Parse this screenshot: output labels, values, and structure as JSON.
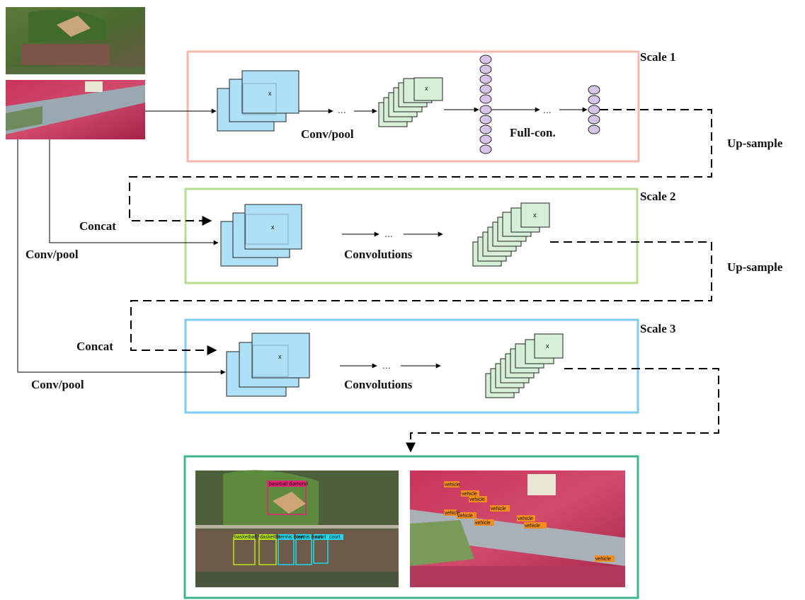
{
  "labels": {
    "scale1": "Scale 1",
    "scale2": "Scale 2",
    "scale3": "Scale 3",
    "upsample1": "Up-sample",
    "upsample2": "Up-sample",
    "concat1": "Concat",
    "concat2": "Concat",
    "convpool_scale1": "Conv/pool",
    "convpool_side1": "Conv/pool",
    "convpool_side2": "Conv/pool",
    "fullcon": "Full-con.",
    "convolutions1": "Convolutions",
    "convolutions2": "Convolutions",
    "ellipsis": "...",
    "x_mark": "x"
  },
  "output_tags": {
    "left": [
      "baseball diamond",
      "basketball",
      "dasketba",
      "tennis court",
      "tennis court",
      "court",
      "court"
    ],
    "right": [
      "vehicle",
      "vehicle",
      "vehicle",
      "vehicle",
      "vehicle",
      "vehicle",
      "vehicle",
      "vehicle",
      "vehicle",
      "vehicle"
    ]
  },
  "colors": {
    "scale1_border": "#f4b8b0",
    "scale2_border": "#b9dd8e",
    "scale3_border": "#7ccbf0",
    "output_border": "#3cb48c",
    "feature_blue": "#aee0f8",
    "feature_green": "#d6efd7",
    "neuron": "#d8c4e8",
    "tag_orange": "#f28c1e",
    "tag_pink": "#e8207a",
    "tag_lime": "#b5e61d",
    "tag_cyan": "#22d8f0"
  }
}
